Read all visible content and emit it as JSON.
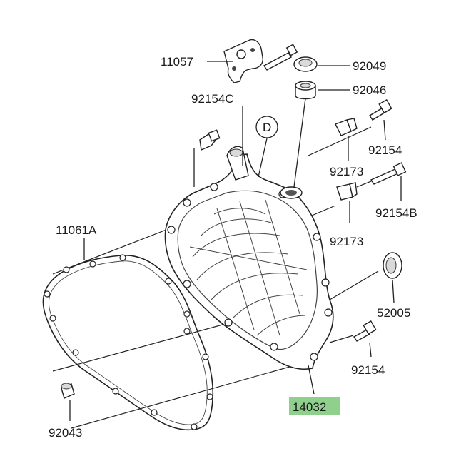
{
  "parts": [
    {
      "code": "11057"
    },
    {
      "code": "92049"
    },
    {
      "code": "92046"
    },
    {
      "code": "92154C"
    },
    {
      "code": "D"
    },
    {
      "code": "92154"
    },
    {
      "code": "92173"
    },
    {
      "code": "92154B"
    },
    {
      "code": "11061A"
    },
    {
      "code": "92173"
    },
    {
      "code": "52005"
    },
    {
      "code": "92154"
    },
    {
      "code": "14032"
    },
    {
      "code": "92043"
    }
  ],
  "colors": {
    "highlight": "#8fd08c",
    "line": "#222222"
  }
}
